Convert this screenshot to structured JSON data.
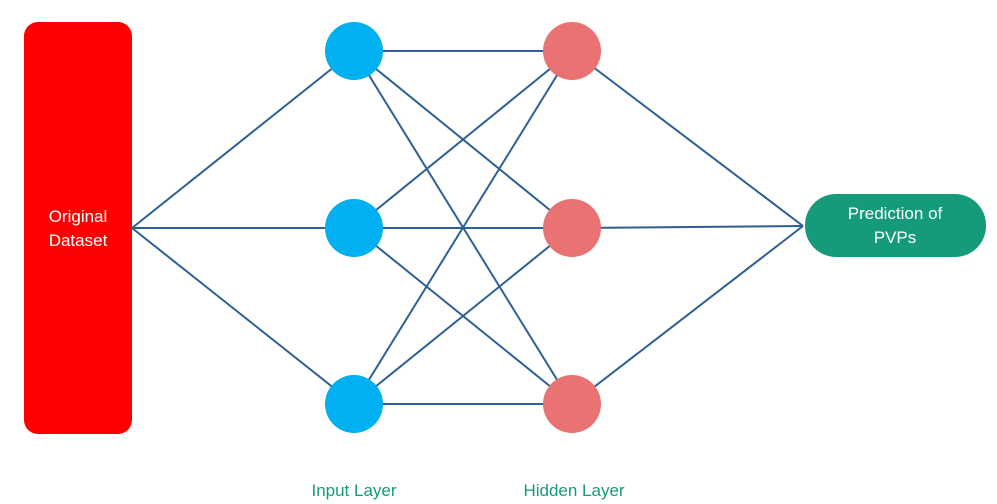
{
  "dataset_box": {
    "line1": "Original",
    "line2": "Dataset",
    "color": "#ff0000"
  },
  "output_box": {
    "line1": "Prediction of",
    "line2": "PVPs",
    "color": "#159a7c"
  },
  "layers": {
    "input": {
      "label": "Input Layer",
      "node_color": "#00b0f0",
      "node_count": 3
    },
    "hidden": {
      "label": "Hidden Layer",
      "node_color": "#e97272",
      "node_count": 3
    }
  },
  "colors": {
    "edge": "#2e5f95",
    "layer_label": "#159a7c"
  }
}
